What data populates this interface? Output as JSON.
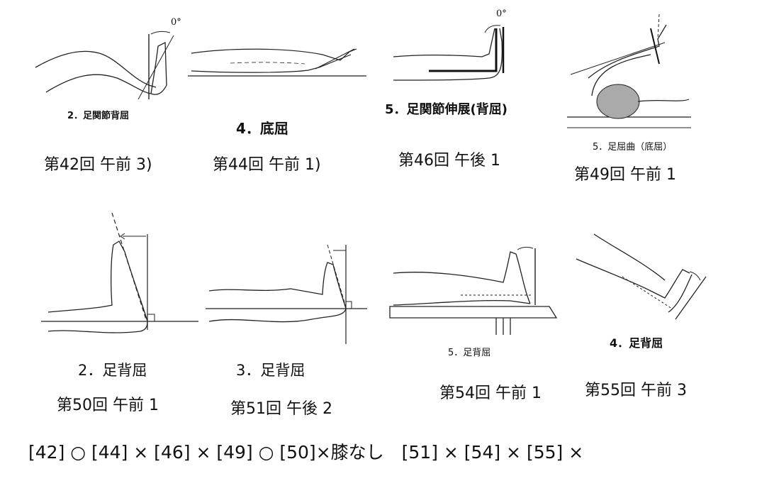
{
  "figures": [
    {
      "caption": "2．足関節背屈",
      "exam": "第42回 午前 3)",
      "angle_label": "0°"
    },
    {
      "caption": "4．底屈",
      "exam": "第44回 午前 1)"
    },
    {
      "caption": "5．足関節伸展(背屈)",
      "exam": "第46回 午後 1",
      "angle_label": "0°"
    },
    {
      "caption": "5．足屈曲（底屈）",
      "exam": "第49回 午前 1"
    },
    {
      "caption": "2．足背屈",
      "exam": "第50回 午前 1"
    },
    {
      "caption": "3．足背屈",
      "exam": "第51回 午後 2"
    },
    {
      "caption": "5．足背屈",
      "exam": "第54回 午前 1"
    },
    {
      "caption": "4．足背屈",
      "exam": "第55回 午前 3"
    }
  ],
  "answers": "[42] ○ [44] × [46] × [49] ○ [50]×膝なし　[51] × [54] × [55] ×"
}
